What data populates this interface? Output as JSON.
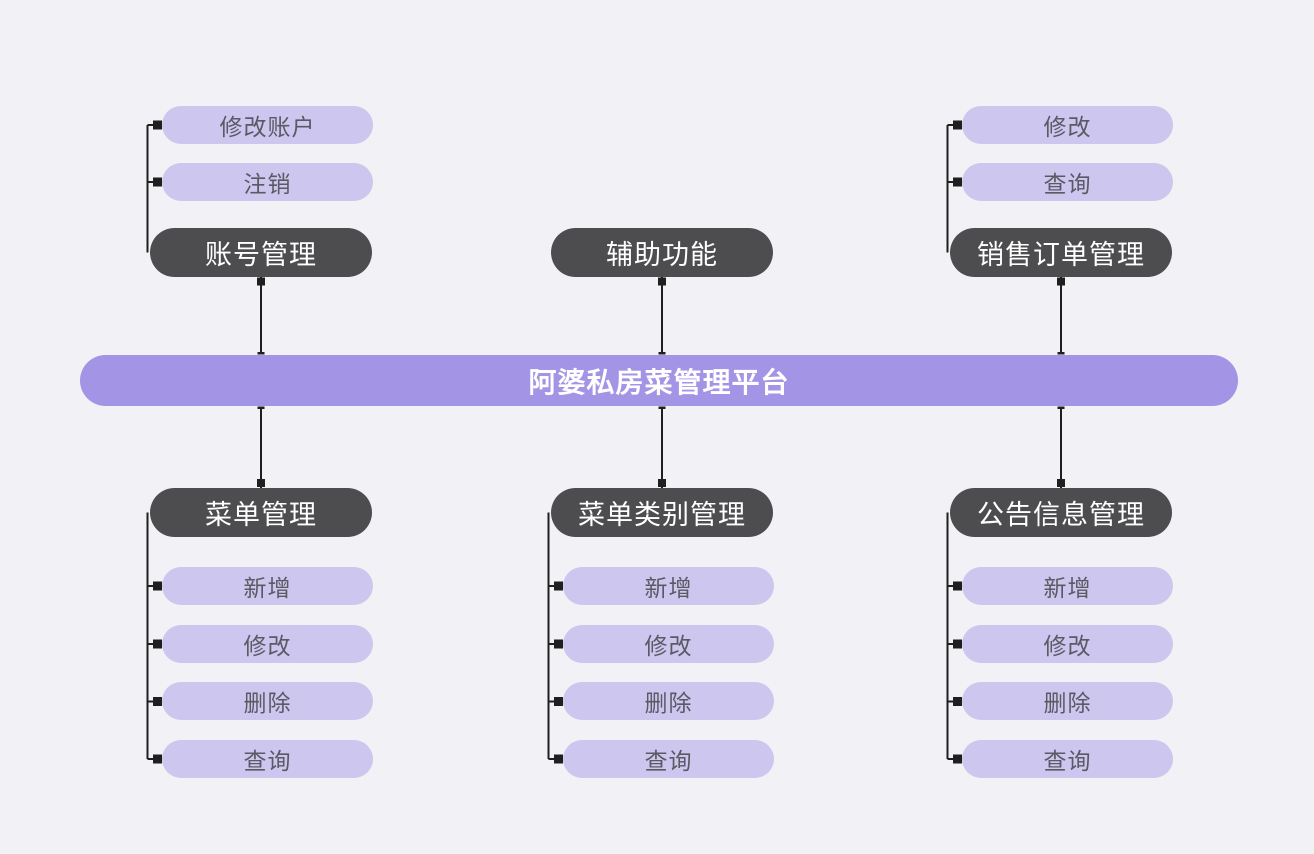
{
  "root": {
    "label": "阿婆私房菜管理平台"
  },
  "top_groups": [
    {
      "label": "账号管理",
      "children": [
        "修改账户",
        "注销"
      ]
    },
    {
      "label": "辅助功能",
      "children": []
    },
    {
      "label": "销售订单管理",
      "children": [
        "修改",
        "查询"
      ]
    }
  ],
  "bottom_groups": [
    {
      "label": "菜单管理",
      "children": [
        "新增",
        "修改",
        "删除",
        "查询"
      ]
    },
    {
      "label": "菜单类别管理",
      "children": [
        "新增",
        "修改",
        "删除",
        "查询"
      ]
    },
    {
      "label": "公告信息管理",
      "children": [
        "新增",
        "修改",
        "删除",
        "查询"
      ]
    }
  ],
  "colors": {
    "background": "#f2f1f6",
    "root_bar": "#a394e6",
    "branch_node": "#4d4d4f",
    "leaf_pill": "#cdc7ef",
    "leaf_text": "#5a5964",
    "connector": "#1f1f1f"
  }
}
